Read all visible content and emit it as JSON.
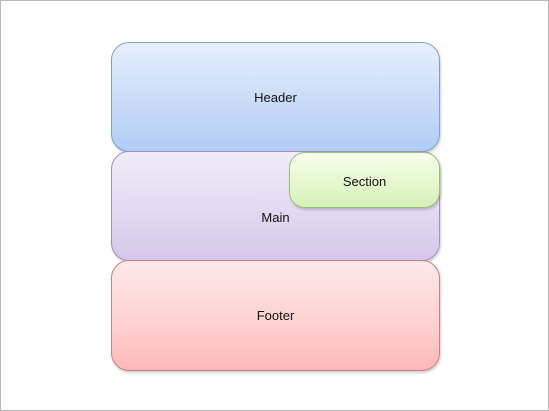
{
  "diagram": {
    "boxes": {
      "header": {
        "label": "Header",
        "color": "#c9dbf8"
      },
      "main": {
        "label": "Main",
        "color": "#e3d9f1"
      },
      "section": {
        "label": "Section",
        "color": "#e6f8cf"
      },
      "footer": {
        "label": "Footer",
        "color": "#ffd2d2"
      }
    }
  }
}
